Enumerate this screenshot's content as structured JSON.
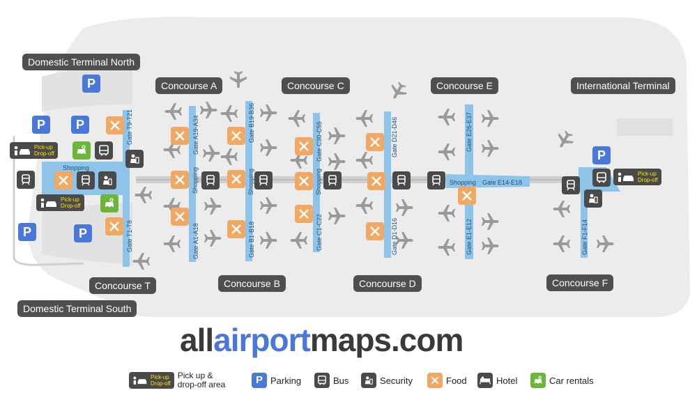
{
  "terminals": {
    "domestic_north": "Domestic Terminal North",
    "domestic_south": "Domestic Terminal South",
    "international": "International Terminal"
  },
  "concourses": {
    "a": "Concourse A",
    "b": "Concourse B",
    "c": "Concourse C",
    "d": "Concourse D",
    "e": "Concourse E",
    "f": "Concourse F",
    "t": "Concourse T"
  },
  "gates": {
    "t_north": "Gate T9-T21",
    "t_south": "Gate T1-T8",
    "a_north": "Gate A19-A34",
    "a_south": "Gate A1-A18",
    "b_north": "Gate B19-B36",
    "b_south": "Gate B1-B18",
    "c_north": "Gate C30-C55",
    "c_south": "Gate C1-C22",
    "d_north": "Gate D21-D46",
    "d_south": "Gate D1-D16",
    "e_north": "Gate E26-E37",
    "e_mid": "Gate E14-E18",
    "e_south": "Gate E1-E12",
    "f_south": "Gate F1-F14"
  },
  "shopping": "Shopping",
  "pickup": {
    "line1": "Pick-up",
    "line2": "Drop-off"
  },
  "parking_letter": "P",
  "brand": {
    "part1": "all",
    "part2": "airport",
    "part3": "maps.com"
  },
  "legend": {
    "pickup_line1": "Pick up &",
    "pickup_line2": "drop-off area",
    "parking": "Parking",
    "bus": "Bus",
    "security": "Security",
    "food": "Food",
    "hotel": "Hotel",
    "car_rentals": "Car rentals"
  },
  "colors": {
    "concourse": "#8ec4ea",
    "parking": "#4a78d8",
    "food": "#f0a862",
    "dark_badge": "#4a4a4a",
    "car_rental": "#6ab53a",
    "label_bg": "#4f4f4f",
    "airfield": "#ececec",
    "pickup_text": "#ffe200"
  }
}
